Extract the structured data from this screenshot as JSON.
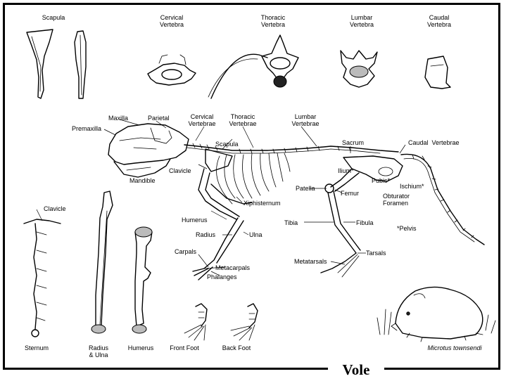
{
  "title": "Vole",
  "top_row": {
    "scapula": "Scapula",
    "cervical_vertebra": "Cervical\nVertebra",
    "thoracic_vertebra": "Thoracic\nVertebra",
    "lumbar_vertebra": "Lumbar\nVertebra",
    "caudal_vertebra": "Caudal\nVertebra"
  },
  "skeleton": {
    "maxilla": "Maxilla",
    "parietal": "Parietal",
    "premaxilla": "Premaxilla",
    "cervical_vertebrae": "Cervical\nVertebrae",
    "thoracic_vertebrae": "Thoracic\nVertebrae",
    "lumbar_vertebrae": "Lumbar\nVertebrae",
    "scapula": "Scapula",
    "sacrum": "Sacrum",
    "caudal_vertebrae": "Caudal  Vertebrae",
    "clavicle": "Clavicle",
    "mandible": "Mandible",
    "ilium": "Ilium*",
    "pubis": "Pubis*",
    "ischium": "Ischium*",
    "patella": "Patella",
    "femur": "Femur",
    "obturator_foramen": "Obturator\nForamen",
    "xiphisternum": "Xiphisternum",
    "humerus": "Humerus",
    "radius": "Radius",
    "ulna": "Ulna",
    "tibia": "Tibia",
    "fibula": "Fibula",
    "pelvis_note": "*Pelvis",
    "carpals": "Carpals",
    "metacarpals": "Metacarpals",
    "phalanges": "Phalanges",
    "metatarsals": "Metatarsals",
    "tarsals": "Tarsals"
  },
  "bottom_row": {
    "clavicle": "Clavicle",
    "sternum": "Sternum",
    "radius_ulna": "Radius\n& Ulna",
    "humerus": "Humerus",
    "front_foot": "Front Foot",
    "back_foot": "Back Foot",
    "species": "Microtus townsendi"
  }
}
